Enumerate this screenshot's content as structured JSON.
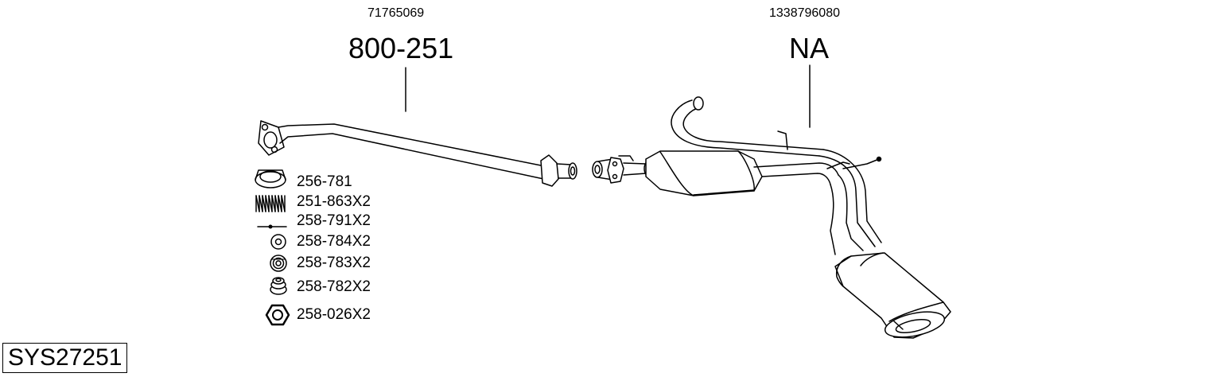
{
  "parts": [
    {
      "oem_number": "71765069",
      "part_number": "800-251"
    },
    {
      "oem_number": "1338796080",
      "part_number": "NA"
    }
  ],
  "legend": [
    {
      "icon": "gasket-ring-icon",
      "label": "256-781"
    },
    {
      "icon": "spring-icon",
      "label": "251-863X2"
    },
    {
      "icon": "bolt-icon",
      "label": "258-791X2"
    },
    {
      "icon": "washer-icon",
      "label": "258-784X2"
    },
    {
      "icon": "rubber-mount-icon",
      "label": "258-783X2"
    },
    {
      "icon": "bushing-icon",
      "label": "258-782X2"
    },
    {
      "icon": "hex-nut-icon",
      "label": "258-026X2"
    }
  ],
  "system_code": "SYS27251"
}
